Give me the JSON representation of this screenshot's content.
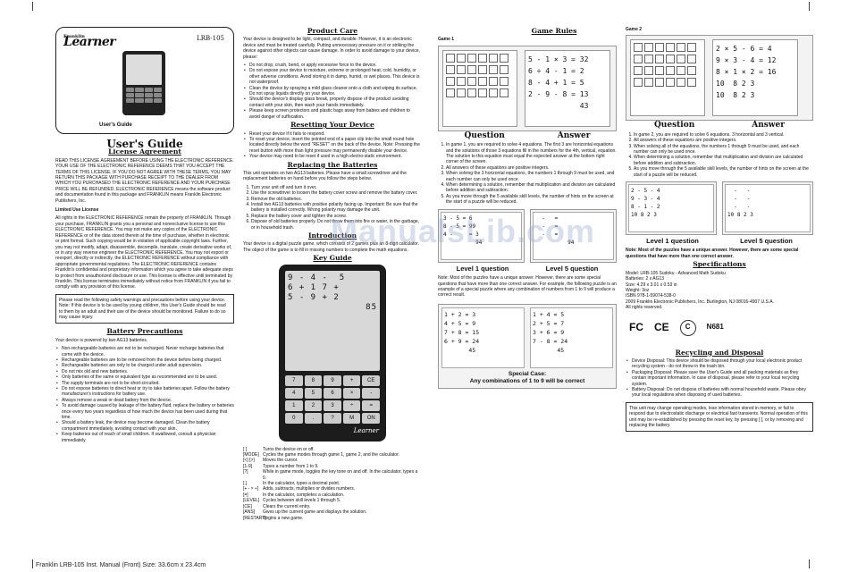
{
  "cover": {
    "brand": "Franklin",
    "brand_sub": "Learner",
    "model": "LRB-105",
    "guide_label": "User's Guide"
  },
  "col1": {
    "title": "User's Guide",
    "license_heading": "License Agreement",
    "license_text": "READ THIS LICENSE AGREEMENT BEFORE USING THE ELECTRONIC REFERENCE. YOUR USE OF THE ELECTRONIC REFERENCE DEEMS THAT YOU ACCEPT THE TERMS OF THIS LICENSE. IF YOU DO NOT AGREE WITH THESE TERMS, YOU MAY RETURN THIS PACKAGE WITH PURCHASE RECEIPT TO THE DEALER FROM WHICH YOU PURCHASED THE ELECTRONIC REFERENCE AND YOUR PURCHASE PRICE WILL BE REFUNDED. ELECTRONIC REFERENCE means the software product and documentation found in this package and FRANKLIN means Franklin Electronic Publishers, Inc.",
    "limited_heading": "Limited Use License",
    "limited_text": "All rights in the ELECTRONIC REFERENCE remain the property of FRANKLIN. Through your purchase, FRANKLIN grants you a personal and nonexclusive license to use this ELECTRONIC REFERENCE. You may not make any copies of the ELECTRONIC REFERENCE or of the data stored therein at the time of purchase, whether in electronic or print format. Such copying would be in violation of applicable copyright laws. Further, you may not modify, adapt, disassemble, decompile, translate, create derivative works of, or in any way reverse engineer the ELECTRONIC REFERENCE. You may not export or reexport, directly or indirectly, the ELECTRONIC REFERENCE without compliance with appropriate governmental regulations. The ELECTRONIC REFERENCE contains Franklin's confidential and proprietary information which you agree to take adequate steps to protect from unauthorized disclosure or use. This license is effective until terminated by Franklin. This license terminates immediately without notice from FRANKLIN if you fail to comply with any provision of this license.",
    "note_box": "Please read the following safety warnings and precautions before using your device. Note: If this device is to be used by young children, this User's Guide should be read to them by an adult and their use of the device should be monitored. Failure to do so may cause injury.",
    "battery_heading": "Battery Precautions",
    "battery_intro": "Your device is powered by two AG13 batteries.",
    "battery_items": [
      "Non-rechargeable batteries are not to be recharged. Never recharge batteries that come with the device.",
      "Rechargeable batteries are to be removed from the device before being charged.",
      "Rechargeable batteries are only to be charged under adult supervision.",
      "Do not mix old and new batteries.",
      "Only batteries of the same or equivalent type as recommended are to be used.",
      "The supply terminals are not to be short-circuited.",
      "Do not expose batteries to direct heat or try to take batteries apart. Follow the battery manufacturer's instructions for battery use.",
      "Always remove a weak or dead battery from the device.",
      "To avoid damage caused by leakage of the battery fluid, replace the battery or batteries once every two years regardless of how much the device has been used during that time.",
      "Should a battery leak, the device may become damaged. Clean the battery compartment immediately, avoiding contact with your skin.",
      "Keep batteries out of reach of small children. If swallowed, consult a physician immediately."
    ]
  },
  "col2": {
    "care_heading": "Product Care",
    "care_intro": "Your device is designed to be light, compact, and durable. However, it is an electronic device and must be treated carefully. Putting unnecessary pressure on it or striking the device against other objects can cause damage. In order to avoid damage to your device, please:",
    "care_items": [
      "Do not drop, crush, bend, or apply excessive force to the device.",
      "Do not expose your device to moisture, extreme or prolonged heat, cold, humidity, or other adverse conditions. Avoid storing it in damp, humid, or wet places. This device is not waterproof.",
      "Clean the device by spraying a mild glass cleaner onto a cloth and wiping its surface. Do not spray liquids directly on your device.",
      "Should the device's display glass break, properly dispose of the product avoiding contact with your skin, then wash your hands immediately.",
      "Please keep screen protectors and plastic bags away from babies and children to avoid danger of suffocation."
    ],
    "reset_heading": "Resetting Your Device",
    "reset_items": [
      "Reset your device if it fails to respond.",
      "To reset your device, insert the pointed end of a paper clip into the small round hole located directly below the word \"RESET\" on the back of the device. Note: Pressing the reset button with more than light pressure may permanently disable your device.",
      "Your device may need to be reset if used in a high electro-static environment."
    ],
    "replace_heading": "Replacing the Batteries",
    "replace_intro": "This unit operates on two AG13 batteries. Please have a small screwdriver and the replacement batteries on hand before you follow the steps below.",
    "replace_steps": [
      "Turn your unit off and turn it over.",
      "Use the screwdriver to loosen the battery cover screw and remove the battery cover.",
      "Remove the old batteries.",
      "Install two AG13 batteries with positive polarity facing up. Important: Be sure that the battery is installed correctly. Wrong polarity may damage the unit.",
      "Replace the battery cover and tighten the screw.",
      "Dispose of old batteries properly. Do not throw them into fire or water, in the garbage, or in household trash."
    ],
    "intro_heading": "Introduction",
    "intro_text": "Your device is a digital puzzle game, which consists of 2 games plus an 8-digit calculator. The object of the game is to fill in missing numbers to complete the math equations.",
    "keyguide_heading": "Key Guide",
    "device_display": [
      "9 - 4 -  5",
      "6 + 1 7 +",
      "5 - 9 + 2",
      "        85"
    ],
    "device_keys": [
      "7",
      "8",
      "9",
      "+",
      "CE",
      "4",
      "5",
      "6",
      "×",
      "-",
      "1",
      "2",
      "3",
      "÷",
      "=",
      "0",
      ".",
      "?",
      "M",
      "ON"
    ],
    "device_logo": "Learner",
    "keys": [
      {
        "k": "[ ]",
        "d": "Turns the device on or off."
      },
      {
        "k": "[MODE]",
        "d": "Cycles the game modes through game 1, game 2, and the calculator."
      },
      {
        "k": "[<] [>]",
        "d": "Moves the cursor."
      },
      {
        "k": "[1-9]",
        "d": "Types a number from 1 to 9."
      },
      {
        "k": "[?]",
        "d": "While in game mode, toggles the key tone on and off. In the calculator, types a 0."
      },
      {
        "k": "[.]",
        "d": "In the calculator, types a decimal point."
      },
      {
        "k": "[+ - × ÷]",
        "d": "Adds, subtracts, multiplies or divides numbers."
      },
      {
        "k": "[=]",
        "d": "In the calculator, completes a calculation."
      },
      {
        "k": "[LEVEL]",
        "d": "Cycles between skill levels 1 through 5."
      },
      {
        "k": "[CE]",
        "d": "Clears the current entry."
      },
      {
        "k": "[ANS]",
        "d": "Gives up the current game and displays the solution."
      },
      {
        "k": "[RESTART]",
        "d": "Begins a new game."
      }
    ]
  },
  "col3": {
    "heading": "Game Rules",
    "game1_label": "Game 1",
    "answer_rows": [
      "5 - 1 × 3 = 32",
      "6 ÷ 4 - 1 = 2",
      "8 - 4 + 1 = 5",
      "2 - 9 - 8 = 13",
      "            43"
    ],
    "question_label": "Question",
    "answer_label": "Answer",
    "rules": [
      "In game 1, you are required to solve 4 equations. The first 3 are horizontal equations and the solutions of those 3 equations fill in the numbers for the 4th, vertical, equation. The solution to this equation must equal the expected answer at the bottom right corner of the screen.",
      "All answers of these equations are positive integers.",
      "When solving the 3 horizontal equations, the numbers 1 through 9 must be used, and each number can only be used once.",
      "When determining a solution, remember that multiplication and division are calculated before addition and subtraction.",
      "As you move through the 5 available skill levels, the number of hints on the screen at the start of a puzzle will be reduced."
    ],
    "level1_rows": [
      "3 - 5 = 6",
      "8 - 5 = 99",
      "4 -     = 3",
      "          94"
    ],
    "level5_rows": [
      "  -   =  ",
      "  -   =  ",
      "  -   =  ",
      "          94"
    ],
    "level1_label": "Level 1 question",
    "level5_label": "Level 5 question",
    "note": "Note: Most of the puzzles have a unique answer. However, there are some special questions that have more than one correct answer. For example, the following puzzle is an example of a special puzzle where any combination of numbers from 1 to 9 will produce a correct result.",
    "special_left": "1 + 2 = 3\n4 + 5 = 9\n7 + 8 = 15\n6 + 9 = 24\n       45",
    "special_right": "1 + 4 = 5\n2 + 5 = 7\n3 + 6 = 9\n7 - 8 = 24\n       45",
    "special_caption": "Special Case:",
    "special_caption2": "Any combinations of 1 to 9 will be correct"
  },
  "col4": {
    "game2_label": "Game 2",
    "answer_rows": [
      "2 × 5 - 6 = 4",
      "9 × 3 - 4 = 12",
      "8 × 1 × 2 = 16",
      "10  8 2 3",
      "10  8 2 3"
    ],
    "question_label": "Question",
    "answer_label": "Answer",
    "rules": [
      "In game 2, you are required to solve 6 equations. 3 horizontal and 3 vertical.",
      "All answers of these equations are positive integers.",
      "When solving all of the equations, the numbers 1 through 9 must be used, and each number can only be used once.",
      "When determining a solution, remember that multiplication and division are calculated before addition and subtraction.",
      "As you move through the 5 available skill levels, the number of hints on the screen at the start of a puzzle will be reduced."
    ],
    "level1_rows": [
      "2 - 5 - 4",
      "9 - 3 - 4",
      "8 - 1 - 2",
      "10 8 2 3"
    ],
    "level5_rows": [
      "  -   -  ",
      "  -   -  ",
      "  -   -  ",
      "10 8 2 3"
    ],
    "level1_label": "Level 1 question",
    "level5_label": "Level 5 question",
    "note": "Note: Most of the puzzles have a unique answer. However, there are some special questions that have more than one correct answer.",
    "spec_heading": "Specifications",
    "spec_lines": [
      "Model: LRB-105 Sudoku - Advanced Math Sudoku",
      "Batteries: 2 x AG13",
      "Size: 4.29 x 3.01 x 0.53 in",
      "Weight: 3oz",
      "ISBN 978-1-59074-538-0",
      "2009 Franklin Electronic Publishers, Inc. Burlington, NJ 08016-4907 U.S.A.",
      "All rights reserved."
    ],
    "fcc": "FC",
    "ce": "CE",
    "n681": "N681",
    "recycle_heading": "Recycling and Disposal",
    "recycle_items": [
      "Device Disposal: This device should be disposed through your local electronic product recycling system - do not throw in the trash bin.",
      "Packaging Disposal: Please save the User's Guide and all packing materials as they contain important information. In case of disposal, please refer to your local recycling system.",
      "Battery Disposal: Do not dispose of batteries with normal household waste. Please obey your local regulations when disposing of used batteries."
    ],
    "footer_box": "This unit may change operating modes, lose information stored in memory, or fail to respond due to electrostatic discharge or electrical fast transients. Normal operation of this unit may be re-established by pressing the reset key, by pressing [ ], or by removing and replacing the battery."
  },
  "bottom": "Franklin LRB-105 Inst. Manual (Front)   Size: 33.6cm x 23.4cm",
  "watermark": "ManualsLib.com"
}
